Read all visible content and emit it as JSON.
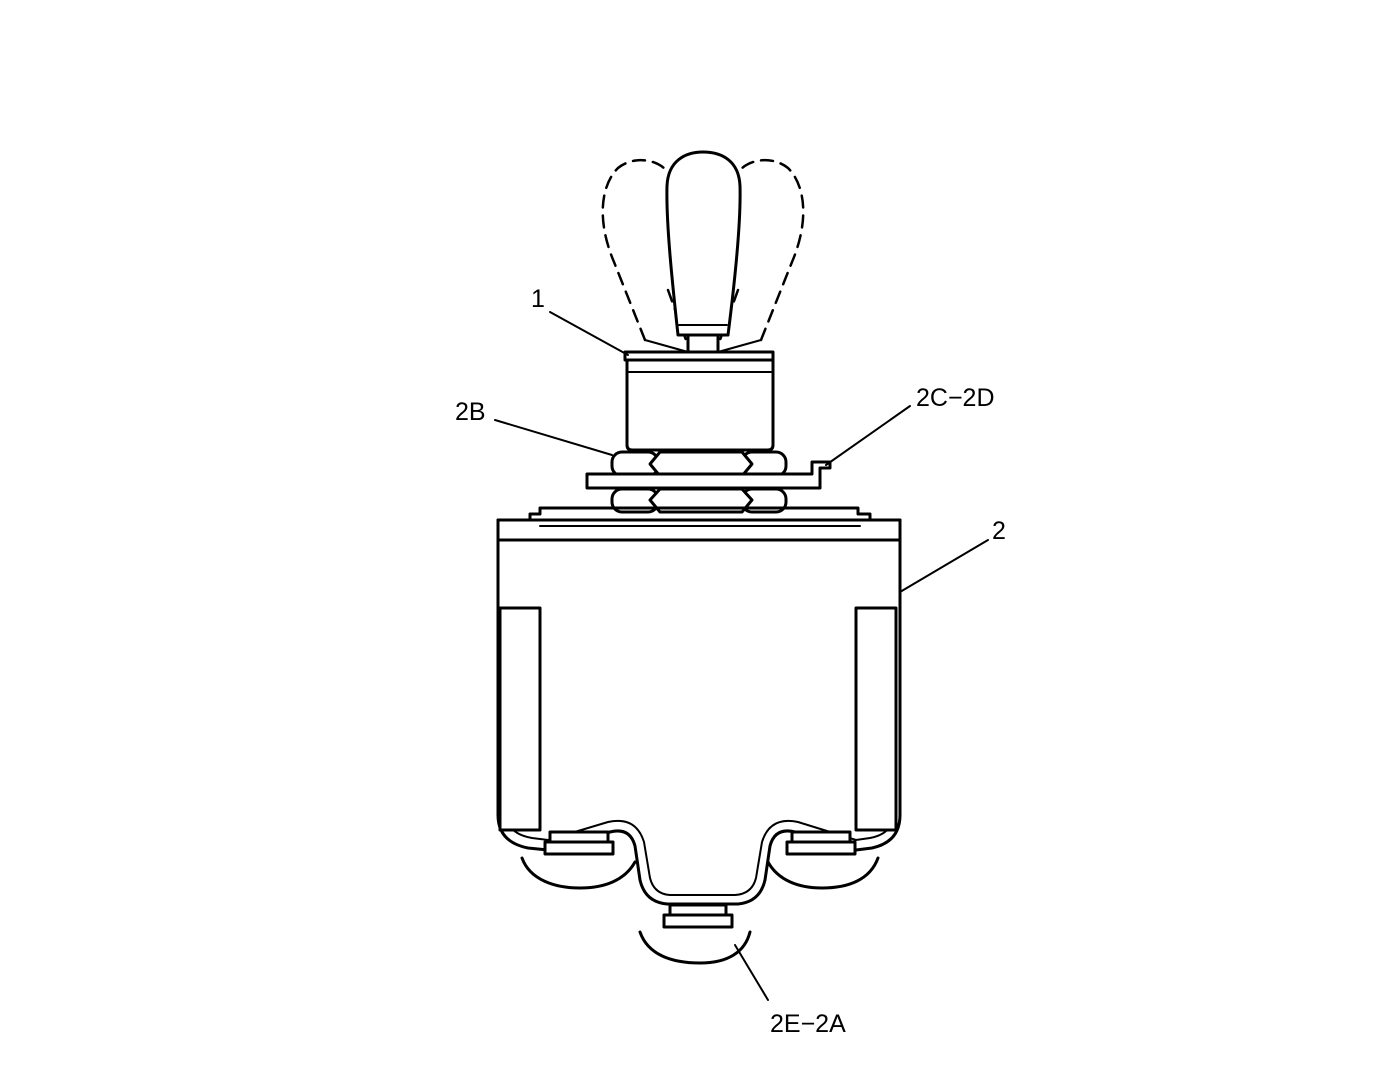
{
  "callouts": {
    "toggle_lever": "1",
    "nut": "2B",
    "lock_washer": "2C−2D",
    "switch_body": "2",
    "terminals": "2E−2A"
  }
}
